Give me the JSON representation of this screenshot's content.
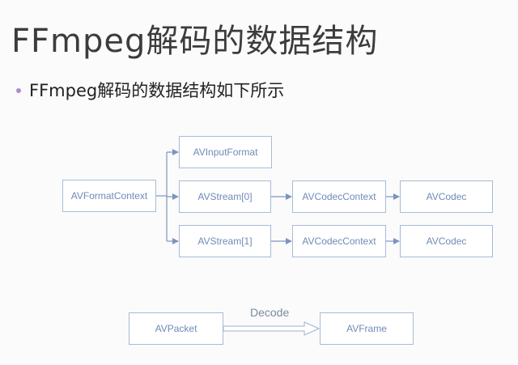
{
  "slide": {
    "title": "FFmpeg解码的数据结构",
    "bullet": "FFmpeg解码的数据结构如下所示"
  },
  "diagram": {
    "nodes": {
      "format_context": "AVFormatContext",
      "input_format": "AVInputFormat",
      "stream0": "AVStream[0]",
      "stream1": "AVStream[1]",
      "codec_context0": "AVCodecContext",
      "codec_context1": "AVCodecContext",
      "codec0": "AVCodec",
      "codec1": "AVCodec",
      "packet": "AVPacket",
      "frame": "AVFrame"
    },
    "decode_label": "Decode"
  },
  "colors": {
    "box_border": "#a7bbd7",
    "box_text": "#6f8bb7",
    "arrow": "#7b95be",
    "bullet": "#b08cc7"
  }
}
